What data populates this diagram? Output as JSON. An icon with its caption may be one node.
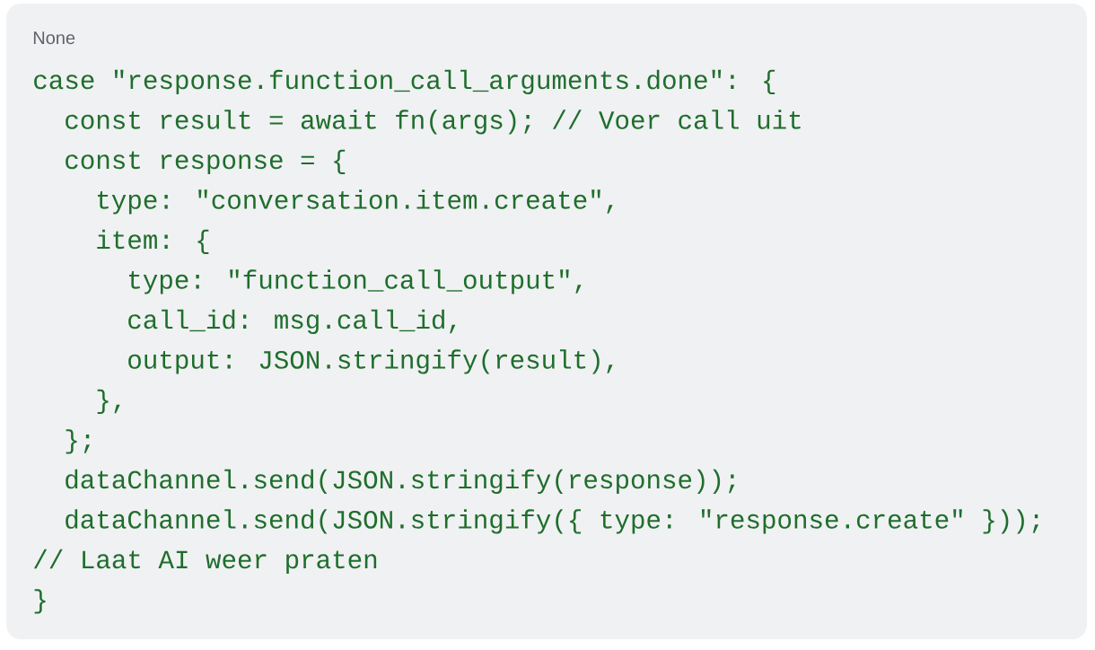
{
  "diagram": {
    "labels": [
      "None",
      "case \"response.function_call_arguments.done\": {",
      "const result = await fn(args); // Voer call uit",
      "const response = {",
      "type: \"conversation.item.create\",",
      "item: {",
      "type: \"function_call_output\",",
      "call_id: msg.call_id,",
      "output: JSON.stringify(result),",
      "},",
      "};",
      "dataChannel.send(JSON.stringify(response));",
      "dataChannel.send(JSON.stringify({ type: \"response.create\" }));",
      "// Laat AI weer praten",
      "}"
    ]
  }
}
